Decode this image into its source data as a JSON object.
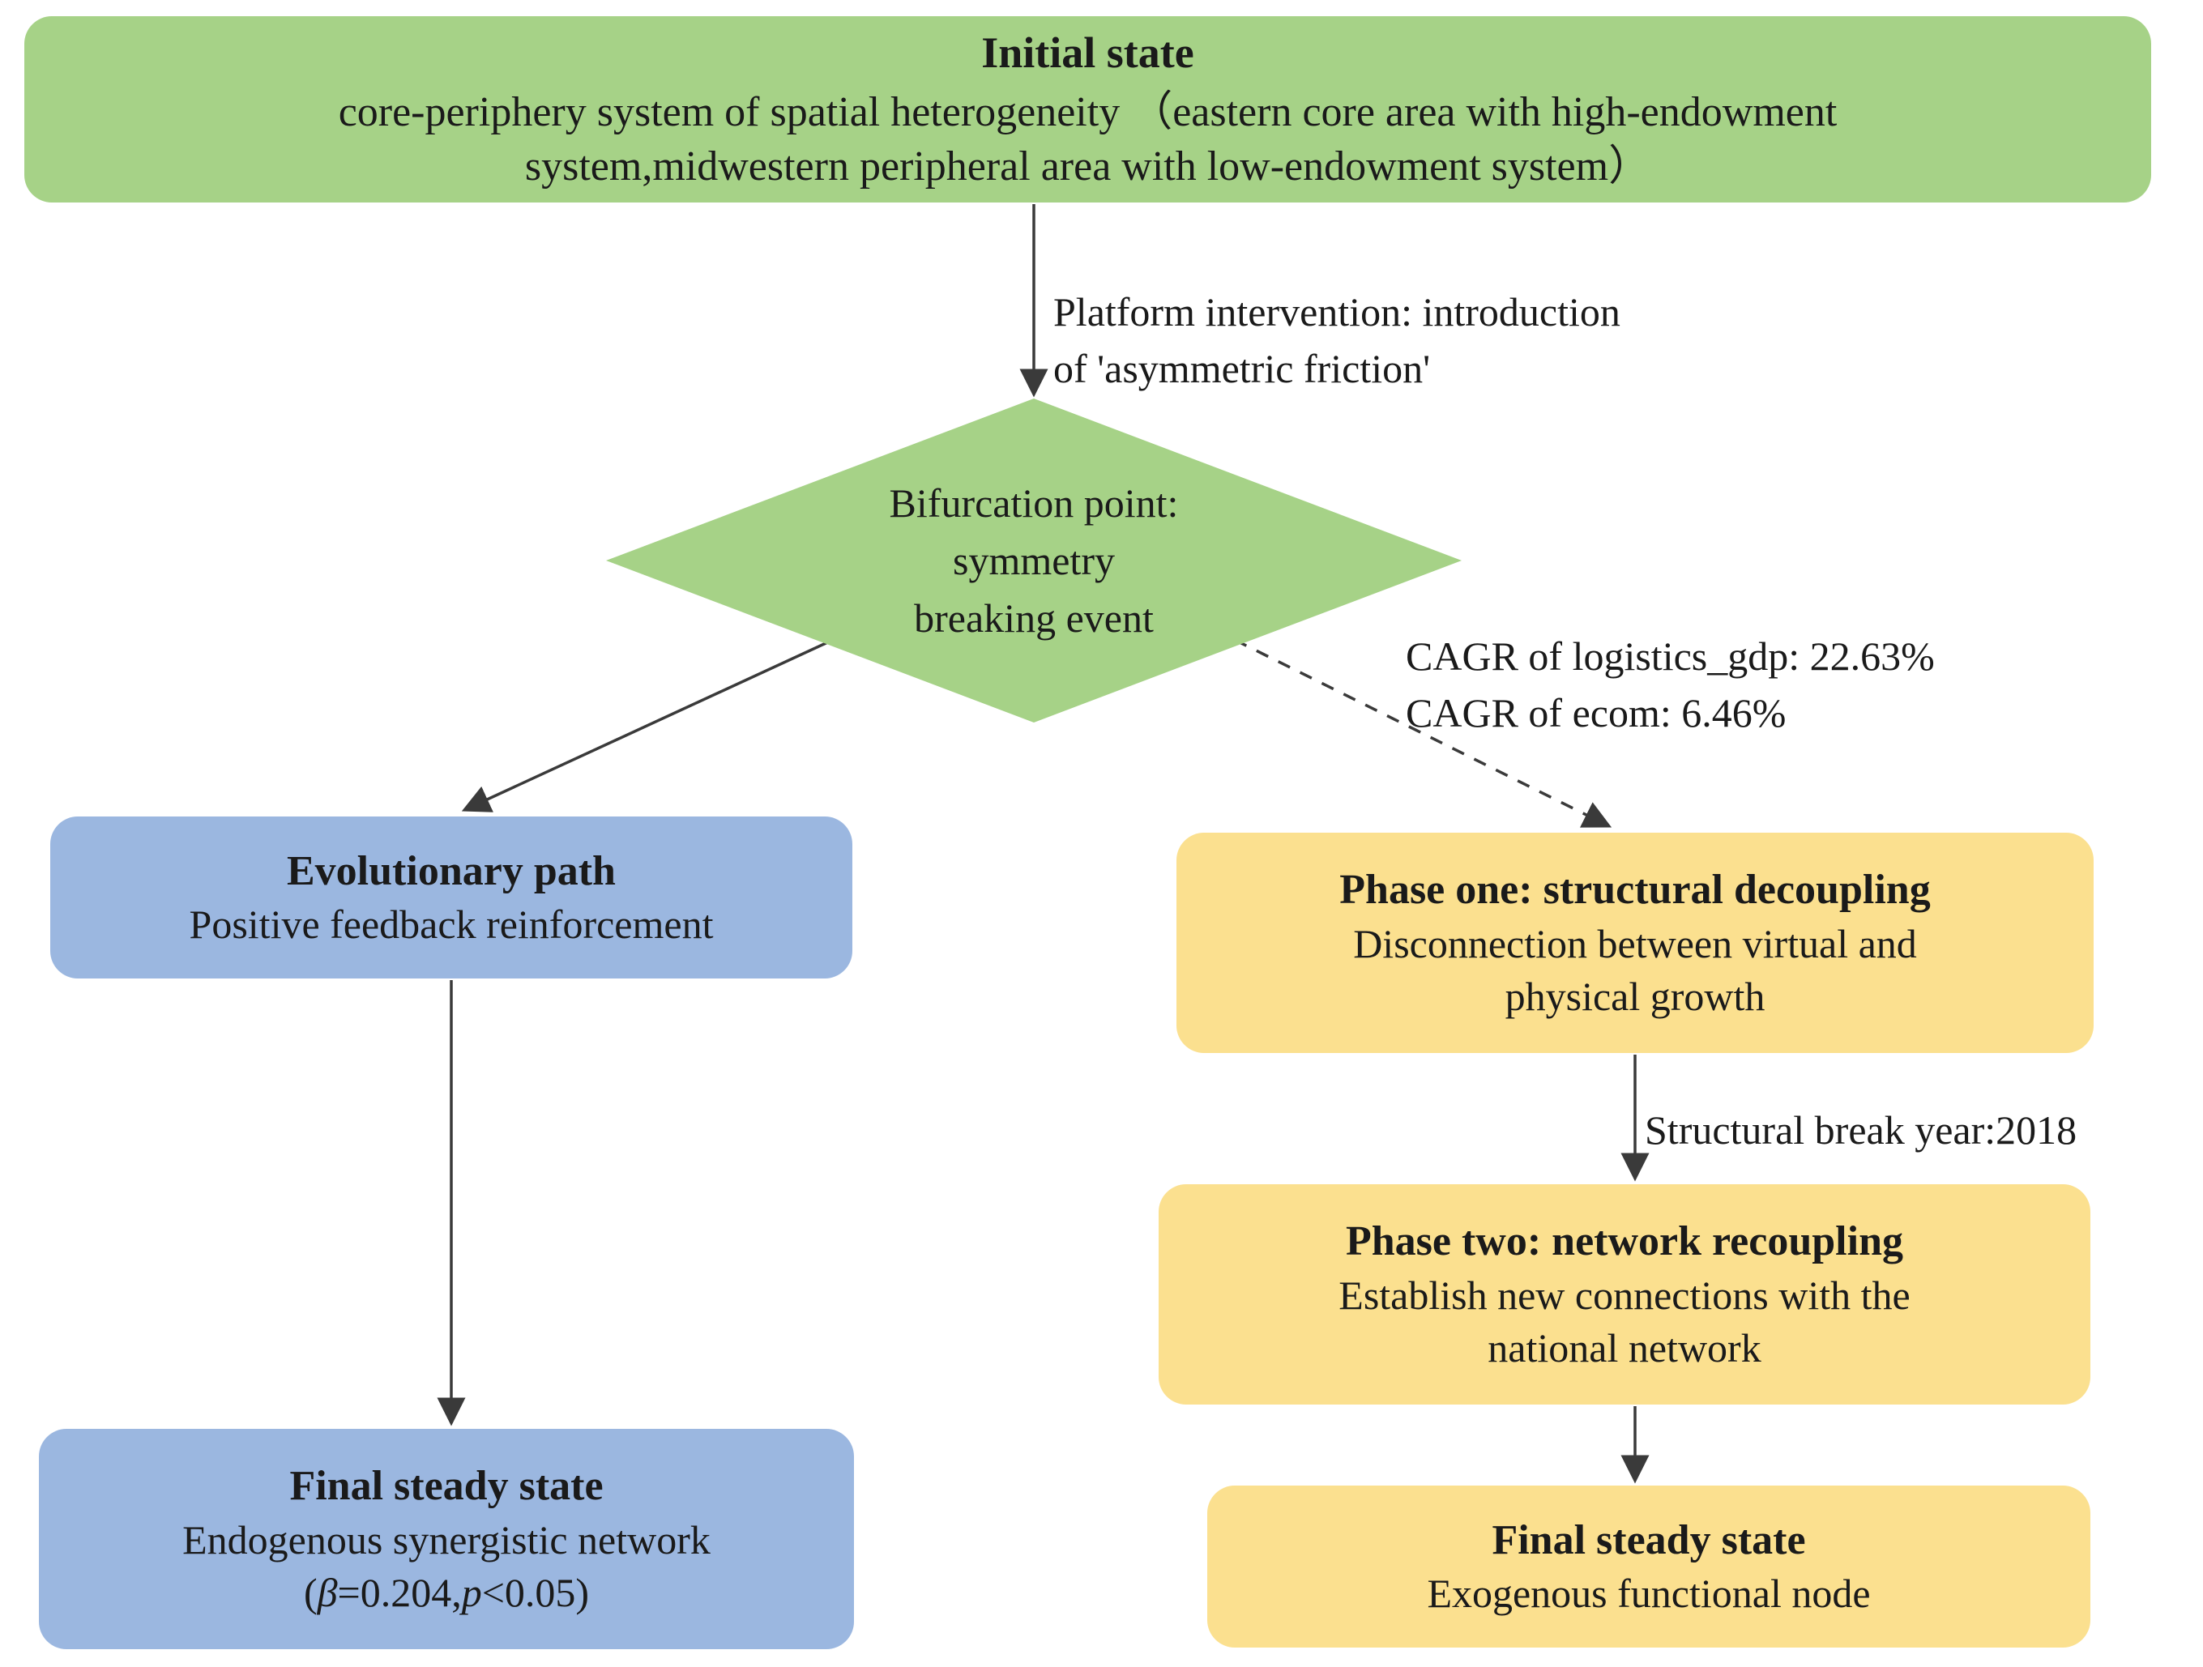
{
  "diagram": {
    "title": "Bifurcation evolution flowchart",
    "colors": {
      "green": "#a6d287",
      "blue": "#9bb7e0",
      "yellow": "#fbe08f",
      "line": "#3a3a3a",
      "text": "#1a1a1a"
    }
  },
  "nodes": {
    "initial_state": {
      "title": "Initial state",
      "line1": "core-periphery system of spatial heterogeneity （eastern core area with high-endowment",
      "line2": "system,midwestern peripheral area with low-endowment system）"
    },
    "bifurcation_point": {
      "line1": "Bifurcation point:",
      "line2": "symmetry",
      "line3": "breaking event"
    },
    "evolutionary_path": {
      "title": "Evolutionary path",
      "body": "Positive feedback reinforcement"
    },
    "final_state_left": {
      "title": "Final steady state",
      "body": "Endogenous synergistic network",
      "stats_open": "(",
      "stats_beta_symbol": "β",
      "stats_beta_value": "=0.204,",
      "stats_p_symbol": "p",
      "stats_p_value": "<0.05",
      "stats_close": ")"
    },
    "phase_one": {
      "title": "Phase one: structural decoupling",
      "line1": "Disconnection between virtual and",
      "line2": "physical growth"
    },
    "phase_two": {
      "title": "Phase two: network recoupling",
      "line1": "Establish new connections with the",
      "line2": "national network"
    },
    "final_state_right": {
      "title": "Final steady state",
      "body": "Exogenous functional node"
    }
  },
  "edge_labels": {
    "platform_intervention": "Platform intervention: introduction\nof 'asymmetric friction'",
    "cagr": "CAGR of logistics_gdp: 22.63%\nCAGR of ecom: 6.46%",
    "structural_break": "Structural break year:2018"
  },
  "edges": [
    {
      "name": "initial-to-bifurcation",
      "style": "solid",
      "arrow": true
    },
    {
      "name": "bifurcation-to-evolutionary-path",
      "style": "solid",
      "arrow": true
    },
    {
      "name": "bifurcation-to-phase-one",
      "style": "dashed",
      "arrow": true
    },
    {
      "name": "evolutionary-path-to-final-state-left",
      "style": "solid",
      "arrow": true
    },
    {
      "name": "phase-one-to-phase-two",
      "style": "solid",
      "arrow": true
    },
    {
      "name": "phase-two-to-final-state-right",
      "style": "solid",
      "arrow": true
    }
  ]
}
